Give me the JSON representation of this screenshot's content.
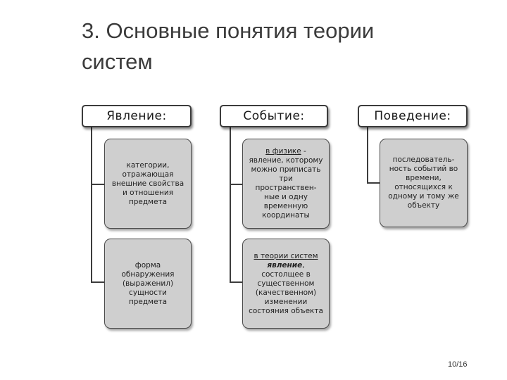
{
  "title": "3. Основные понятия теории систем",
  "columns": [
    {
      "header": "Явление:",
      "boxes": [
        {
          "text": "категории, отражающая внешние свойства и отношения предмета"
        },
        {
          "text": "форма обнаружения (выраженил) сущности предмета"
        }
      ]
    },
    {
      "header": "Событие:",
      "boxes": [
        {
          "lead": "в физике",
          "text": " - явление, которому можно приписать три пространствен-ные и одну временную координаты"
        },
        {
          "lead": "в теории систем",
          "emph": "явление",
          "text": ", состолщее в существенном (качественном) изменении состояния объекта"
        }
      ]
    },
    {
      "header": "Поведение:",
      "boxes": [
        {
          "text": "последователь-ность событий во времени, относящихся к одному и тому же объекту"
        }
      ]
    }
  ],
  "page_number": "10/16",
  "colors": {
    "box_fill": "#cfcfcf",
    "line": "#3c3c3c",
    "title": "#3b3b3b"
  }
}
